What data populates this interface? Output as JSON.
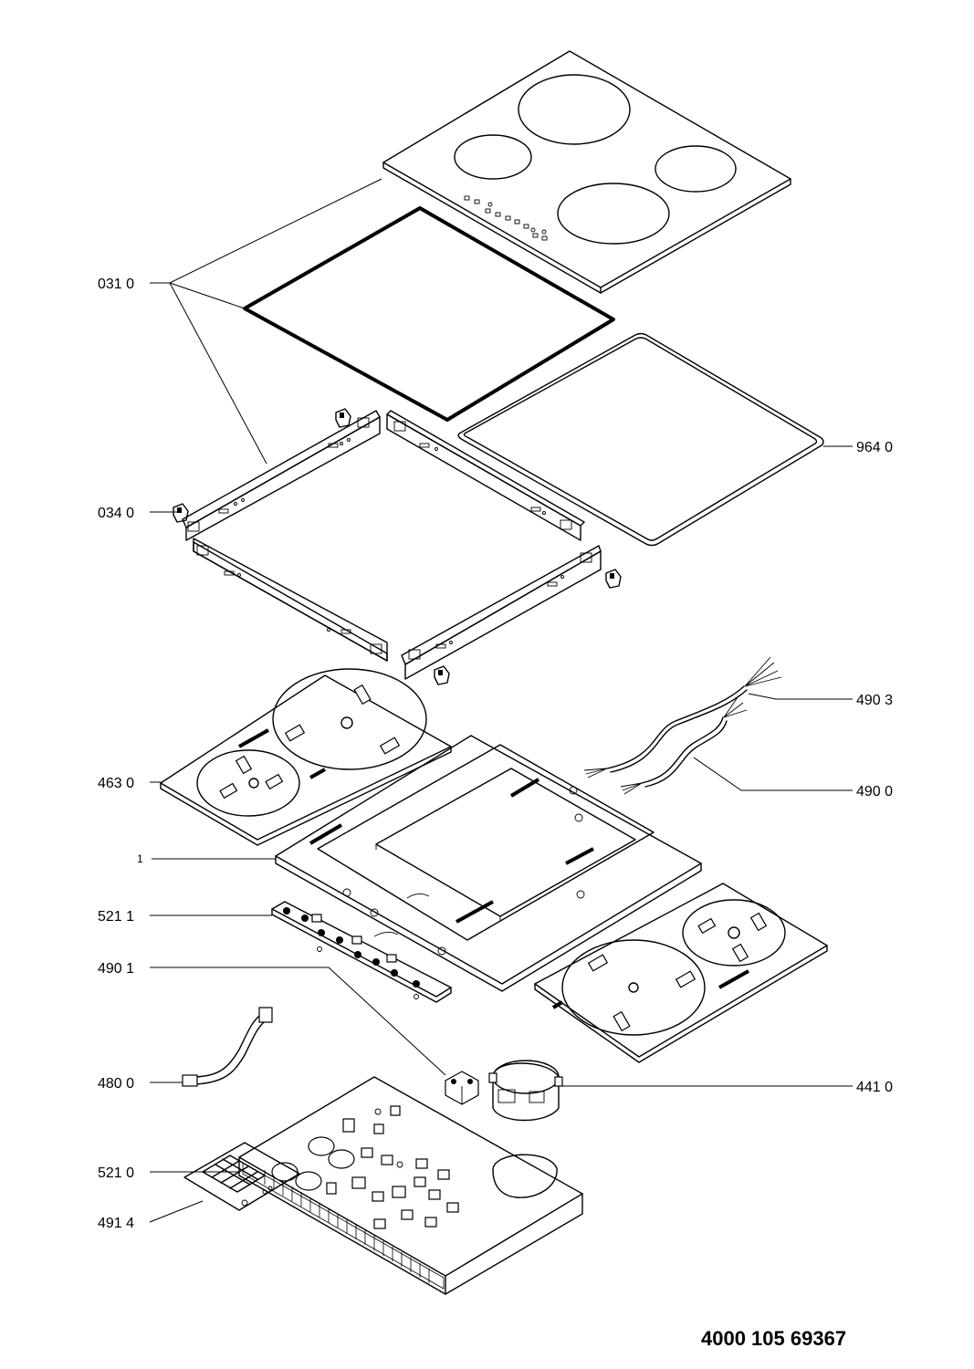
{
  "callouts": {
    "c0310": "031 0",
    "c0340": "034 0",
    "c9640": "964 0",
    "c4903": "490 3",
    "c4900": "490 0",
    "c4630": "463 0",
    "c1": "1",
    "c5211": "521 1",
    "c4901": "490 1",
    "c4800": "480 0",
    "c4410": "441 0",
    "c5210": "521 0",
    "c4914": "491 4"
  },
  "model_code": "4000 105 69367"
}
